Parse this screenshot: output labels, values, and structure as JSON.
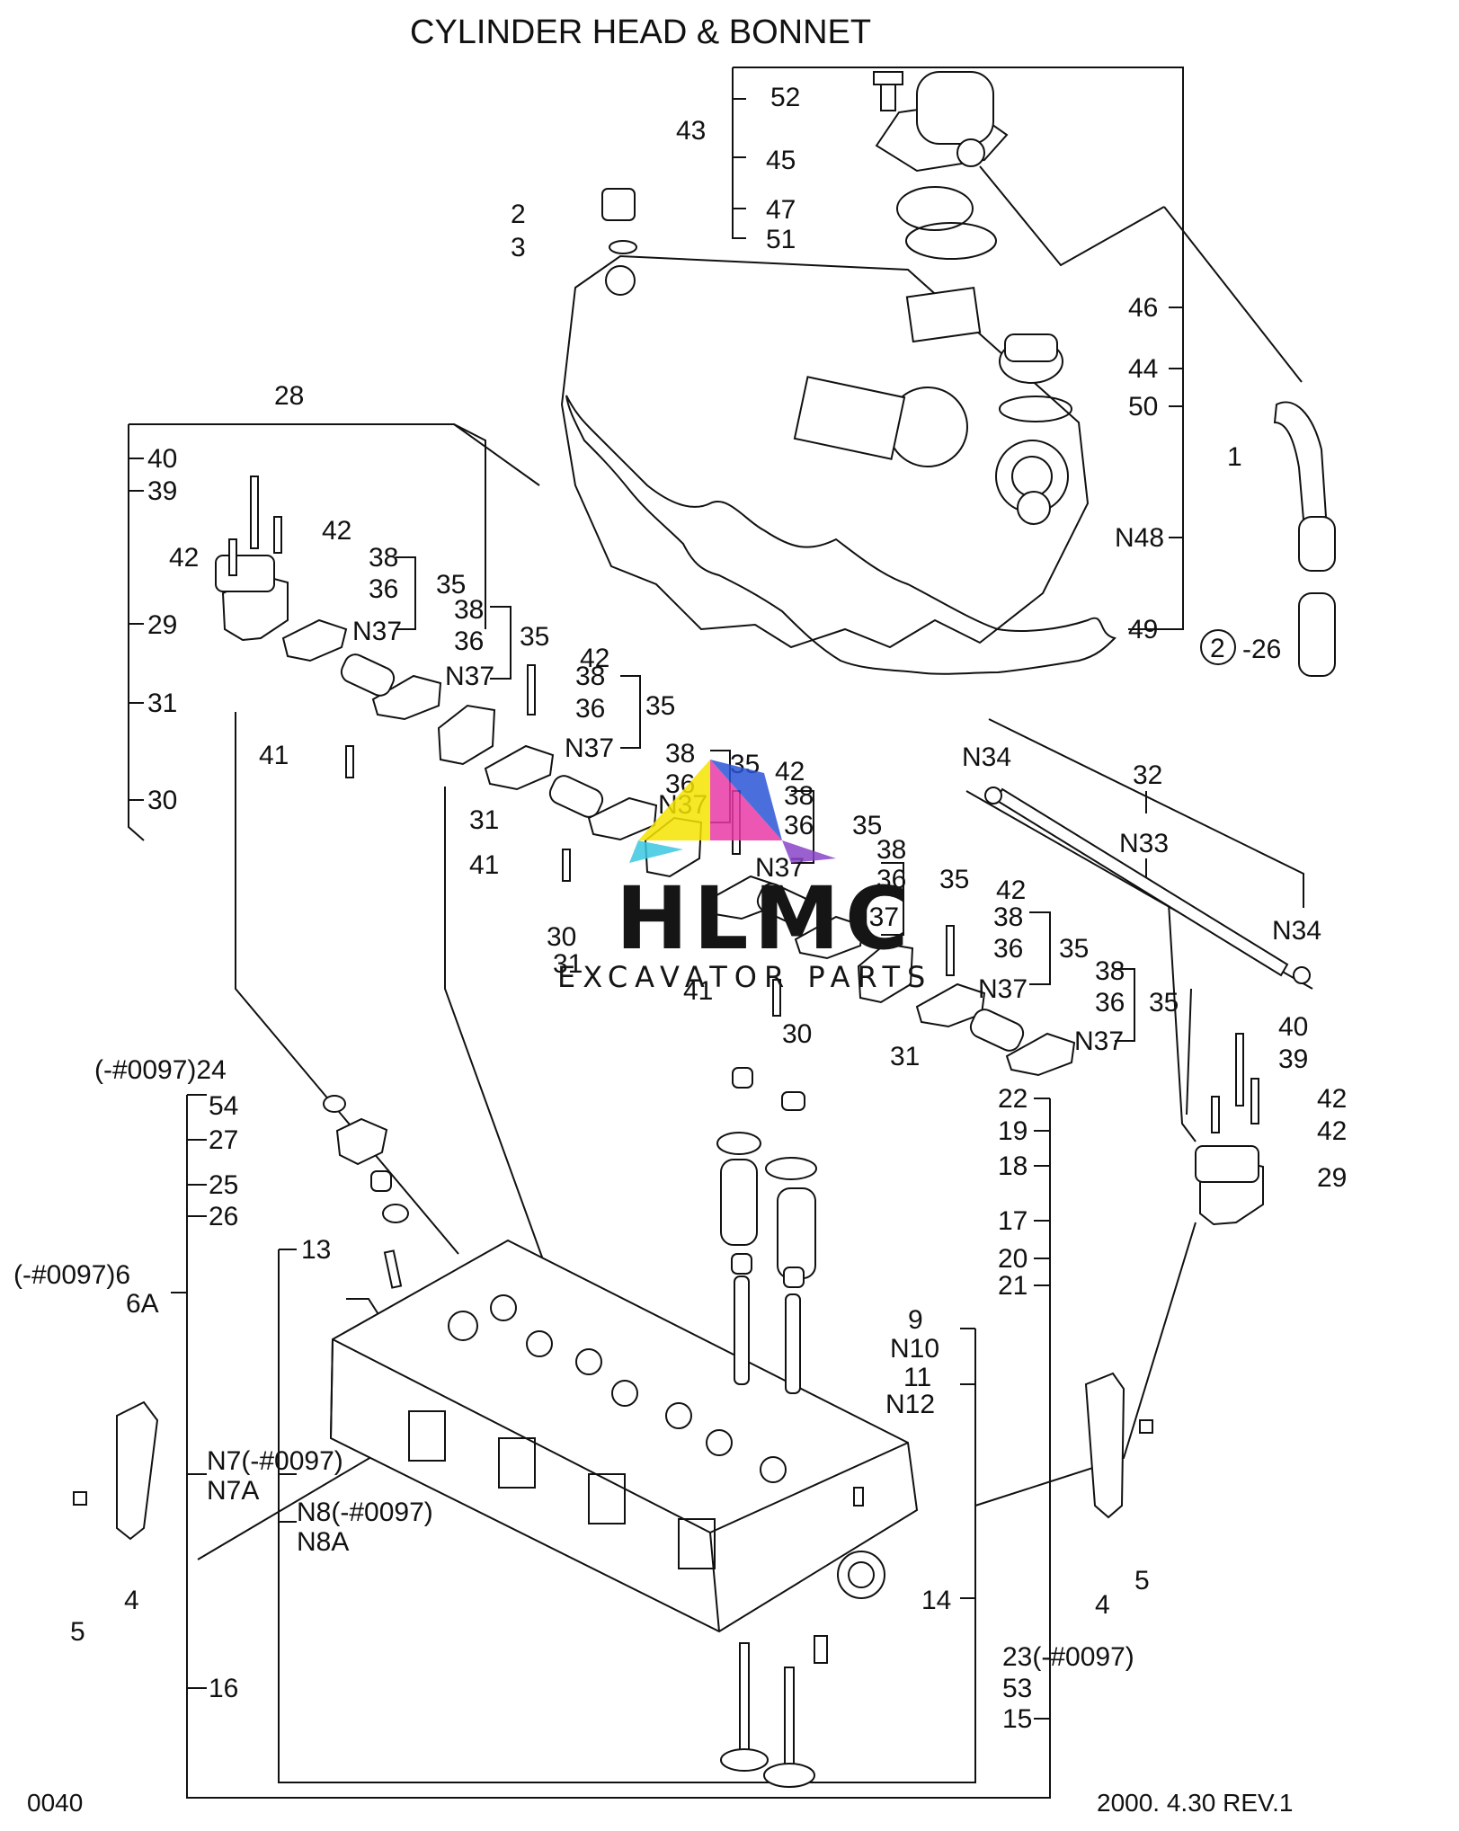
{
  "title": "CYLINDER HEAD & BONNET",
  "footer": {
    "page_code": "0040",
    "revision": "2000. 4.30 REV.1"
  },
  "watermark": {
    "brand": "HLMC",
    "tagline": "EXCAVATOR PARTS",
    "colors": [
      "#f5e400",
      "#e83aa6",
      "#2a56d6",
      "#39c8e0",
      "#8a44c8"
    ]
  },
  "callouts": [
    {
      "id": "c52",
      "text": "52"
    },
    {
      "id": "c43",
      "text": "43"
    },
    {
      "id": "c45",
      "text": "45"
    },
    {
      "id": "c47",
      "text": "47"
    },
    {
      "id": "c51",
      "text": "51"
    },
    {
      "id": "c2",
      "text": "2"
    },
    {
      "id": "c3",
      "text": "3"
    },
    {
      "id": "c46",
      "text": "46"
    },
    {
      "id": "c44",
      "text": "44"
    },
    {
      "id": "c50",
      "text": "50"
    },
    {
      "id": "c1",
      "text": "1"
    },
    {
      "id": "cN48",
      "text": "N48"
    },
    {
      "id": "c49",
      "text": "49"
    },
    {
      "id": "c26a",
      "text": "-26"
    },
    {
      "id": "c28",
      "text": "28"
    },
    {
      "id": "c40a",
      "text": "40"
    },
    {
      "id": "c39a",
      "text": "39"
    },
    {
      "id": "c42a",
      "text": "42"
    },
    {
      "id": "c42b",
      "text": "42"
    },
    {
      "id": "c38a",
      "text": "38"
    },
    {
      "id": "c36a",
      "text": "36"
    },
    {
      "id": "c35a",
      "text": "35"
    },
    {
      "id": "c29a",
      "text": "29"
    },
    {
      "id": "cN37a",
      "text": "N37"
    },
    {
      "id": "c38b",
      "text": "38"
    },
    {
      "id": "c36b",
      "text": "36"
    },
    {
      "id": "c35b",
      "text": "35"
    },
    {
      "id": "cN37b",
      "text": "N37"
    },
    {
      "id": "c31a",
      "text": "31"
    },
    {
      "id": "c42c",
      "text": "42"
    },
    {
      "id": "c38c",
      "text": "38"
    },
    {
      "id": "c36c",
      "text": "36"
    },
    {
      "id": "c35c",
      "text": "35"
    },
    {
      "id": "c41a",
      "text": "41"
    },
    {
      "id": "cN37c",
      "text": "N37"
    },
    {
      "id": "c30a",
      "text": "30"
    },
    {
      "id": "c38d",
      "text": "38"
    },
    {
      "id": "c36d",
      "text": "36"
    },
    {
      "id": "c35d",
      "text": "35"
    },
    {
      "id": "c31b",
      "text": "31"
    },
    {
      "id": "cN37d",
      "text": "N37"
    },
    {
      "id": "c42d",
      "text": "42"
    },
    {
      "id": "c38e",
      "text": "38"
    },
    {
      "id": "c36e",
      "text": "36"
    },
    {
      "id": "c35e",
      "text": "35"
    },
    {
      "id": "c41b",
      "text": "41"
    },
    {
      "id": "cN37e",
      "text": "N37"
    },
    {
      "id": "c38f",
      "text": "38"
    },
    {
      "id": "c36f",
      "text": "36"
    },
    {
      "id": "c35f",
      "text": "35"
    },
    {
      "id": "c30b",
      "text": "30"
    },
    {
      "id": "c31c",
      "text": "31"
    },
    {
      "id": "cN37f",
      "text": "N37"
    },
    {
      "id": "c42e",
      "text": "42"
    },
    {
      "id": "c38g",
      "text": "38"
    },
    {
      "id": "c36g",
      "text": "36"
    },
    {
      "id": "c35g",
      "text": "35"
    },
    {
      "id": "c41c",
      "text": "41"
    },
    {
      "id": "cN37g",
      "text": "N37"
    },
    {
      "id": "c38h",
      "text": "38"
    },
    {
      "id": "c36h",
      "text": "36"
    },
    {
      "id": "c35h",
      "text": "35"
    },
    {
      "id": "c30c",
      "text": "30"
    },
    {
      "id": "c31d",
      "text": "31"
    },
    {
      "id": "cN37h",
      "text": "N37"
    },
    {
      "id": "cN34a",
      "text": "N34"
    },
    {
      "id": "c32",
      "text": "32"
    },
    {
      "id": "cN33",
      "text": "N33"
    },
    {
      "id": "cN34b",
      "text": "N34"
    },
    {
      "id": "c40b",
      "text": "40"
    },
    {
      "id": "c39b",
      "text": "39"
    },
    {
      "id": "c42f",
      "text": "42"
    },
    {
      "id": "c42g",
      "text": "42"
    },
    {
      "id": "c29b",
      "text": "29"
    },
    {
      "id": "c24",
      "text": "(-#0097)24"
    },
    {
      "id": "c54",
      "text": "54"
    },
    {
      "id": "c27",
      "text": "27"
    },
    {
      "id": "c25",
      "text": "25"
    },
    {
      "id": "c26b",
      "text": "26"
    },
    {
      "id": "c13",
      "text": "13"
    },
    {
      "id": "c6",
      "text": "(-#0097)6"
    },
    {
      "id": "c6A",
      "text": "6A"
    },
    {
      "id": "c22",
      "text": "22"
    },
    {
      "id": "c19",
      "text": "19"
    },
    {
      "id": "c18",
      "text": "18"
    },
    {
      "id": "c17",
      "text": "17"
    },
    {
      "id": "c20",
      "text": "20"
    },
    {
      "id": "c21",
      "text": "21"
    },
    {
      "id": "c9",
      "text": "9"
    },
    {
      "id": "cN10",
      "text": "N10"
    },
    {
      "id": "c11",
      "text": "11"
    },
    {
      "id": "cN12",
      "text": "N12"
    },
    {
      "id": "cN7",
      "text": "N7(-#0097)"
    },
    {
      "id": "cN7A",
      "text": "N7A"
    },
    {
      "id": "cN8",
      "text": "N8(-#0097)"
    },
    {
      "id": "cN8A",
      "text": "N8A"
    },
    {
      "id": "c4a",
      "text": "4"
    },
    {
      "id": "c5a",
      "text": "5"
    },
    {
      "id": "c4b",
      "text": "4"
    },
    {
      "id": "c5b",
      "text": "5"
    },
    {
      "id": "c14",
      "text": "14"
    },
    {
      "id": "c23",
      "text": "23(-#0097)"
    },
    {
      "id": "c53",
      "text": "53"
    },
    {
      "id": "c16",
      "text": "16"
    },
    {
      "id": "c15",
      "text": "15"
    }
  ]
}
